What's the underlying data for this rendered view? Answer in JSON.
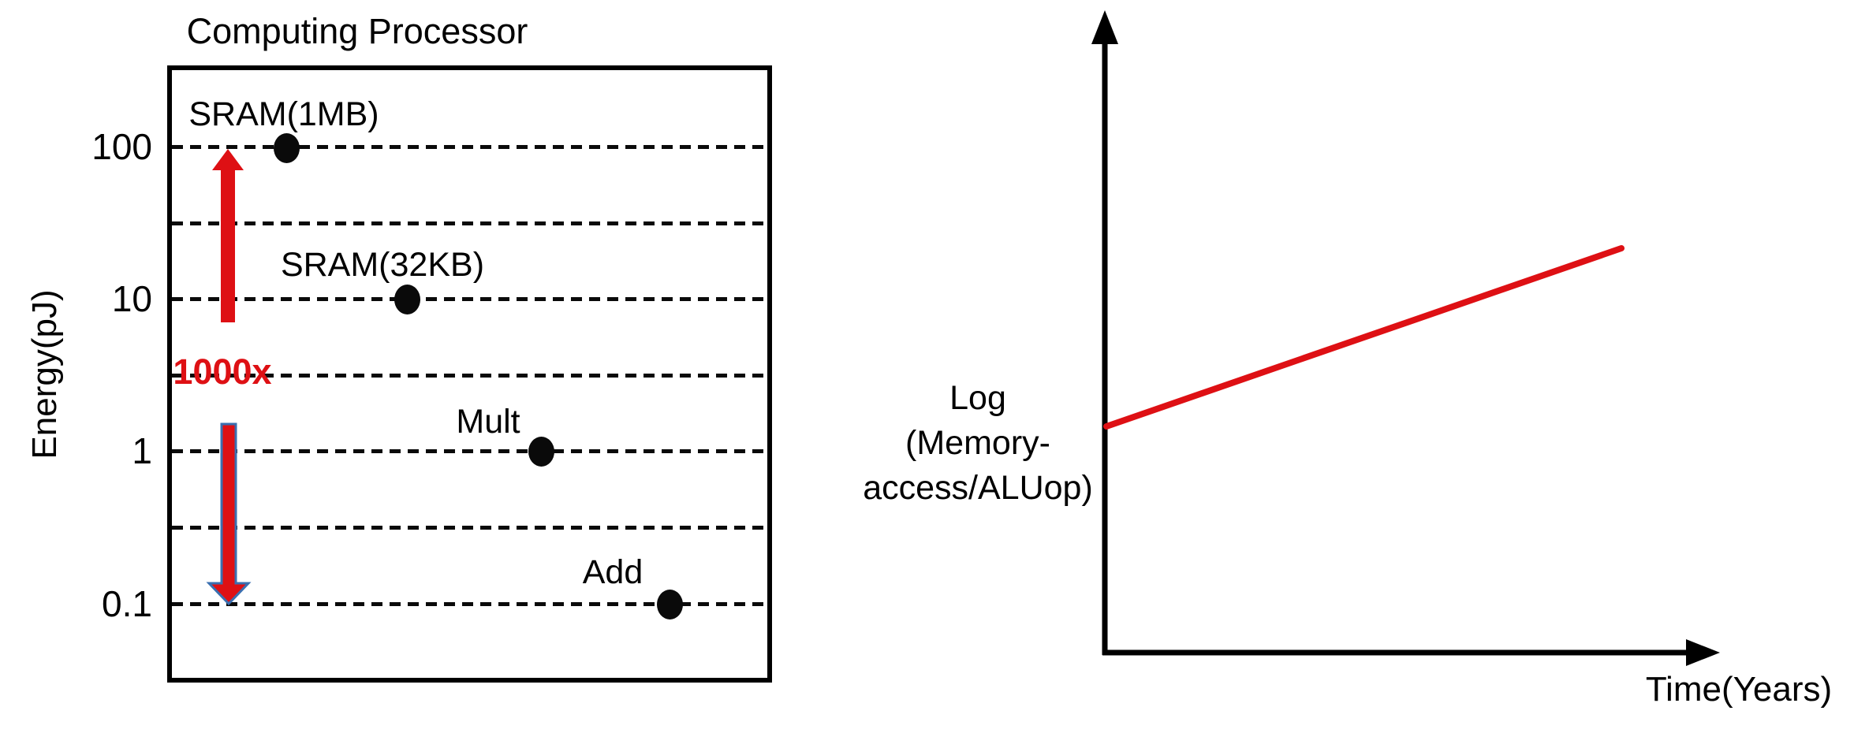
{
  "colors": {
    "red": "#de1014",
    "arrow_outline_blue": "#3a6fb0",
    "axis_black": "#000000",
    "background": "#ffffff"
  },
  "chart_data": [
    {
      "type": "scatter",
      "title": "Computing Processor",
      "ylabel": "Energy(pJ)",
      "xlabel": "",
      "yscale": "log",
      "ylim": [
        0.03,
        300
      ],
      "ytick_labels": [
        "100",
        "10",
        "1",
        "0.1"
      ],
      "ytick_values": [
        100,
        10,
        1,
        0.1
      ],
      "gridlines": {
        "orientation": "horizontal",
        "style": "dashed",
        "at_values": [
          100,
          31.6,
          10,
          3.16,
          1,
          0.316,
          0.1
        ]
      },
      "legend": "none",
      "points": [
        {
          "label": "SRAM(1MB)",
          "energy_pJ": 100
        },
        {
          "label": "SRAM(32KB)",
          "energy_pJ": 10
        },
        {
          "label": "Mult",
          "energy_pJ": 1
        },
        {
          "label": "Add",
          "energy_pJ": 0.1
        }
      ],
      "annotation": {
        "text": "1000x",
        "color": "#de1014",
        "arrows": [
          {
            "direction": "up",
            "fill": "#de1014",
            "span_pJ": [
              8,
              100
            ]
          },
          {
            "direction": "down",
            "fill": "#de1014",
            "outline": "#3a6fb0",
            "span_pJ": [
              1.5,
              0.1
            ]
          }
        ]
      }
    },
    {
      "type": "line",
      "title": "",
      "ylabel_lines": [
        "Log",
        "(Memory-",
        "access/ALUop)"
      ],
      "xlabel": "Time(Years)",
      "axes_style": "arrow axes, no tick marks or tick labels",
      "grid": "off",
      "legend": "none",
      "series": [
        {
          "color": "#de1014",
          "trend": "increasing straight line",
          "x_rel": [
            0.0,
            0.84
          ],
          "y_rel": [
            0.35,
            0.63
          ]
        }
      ]
    }
  ]
}
